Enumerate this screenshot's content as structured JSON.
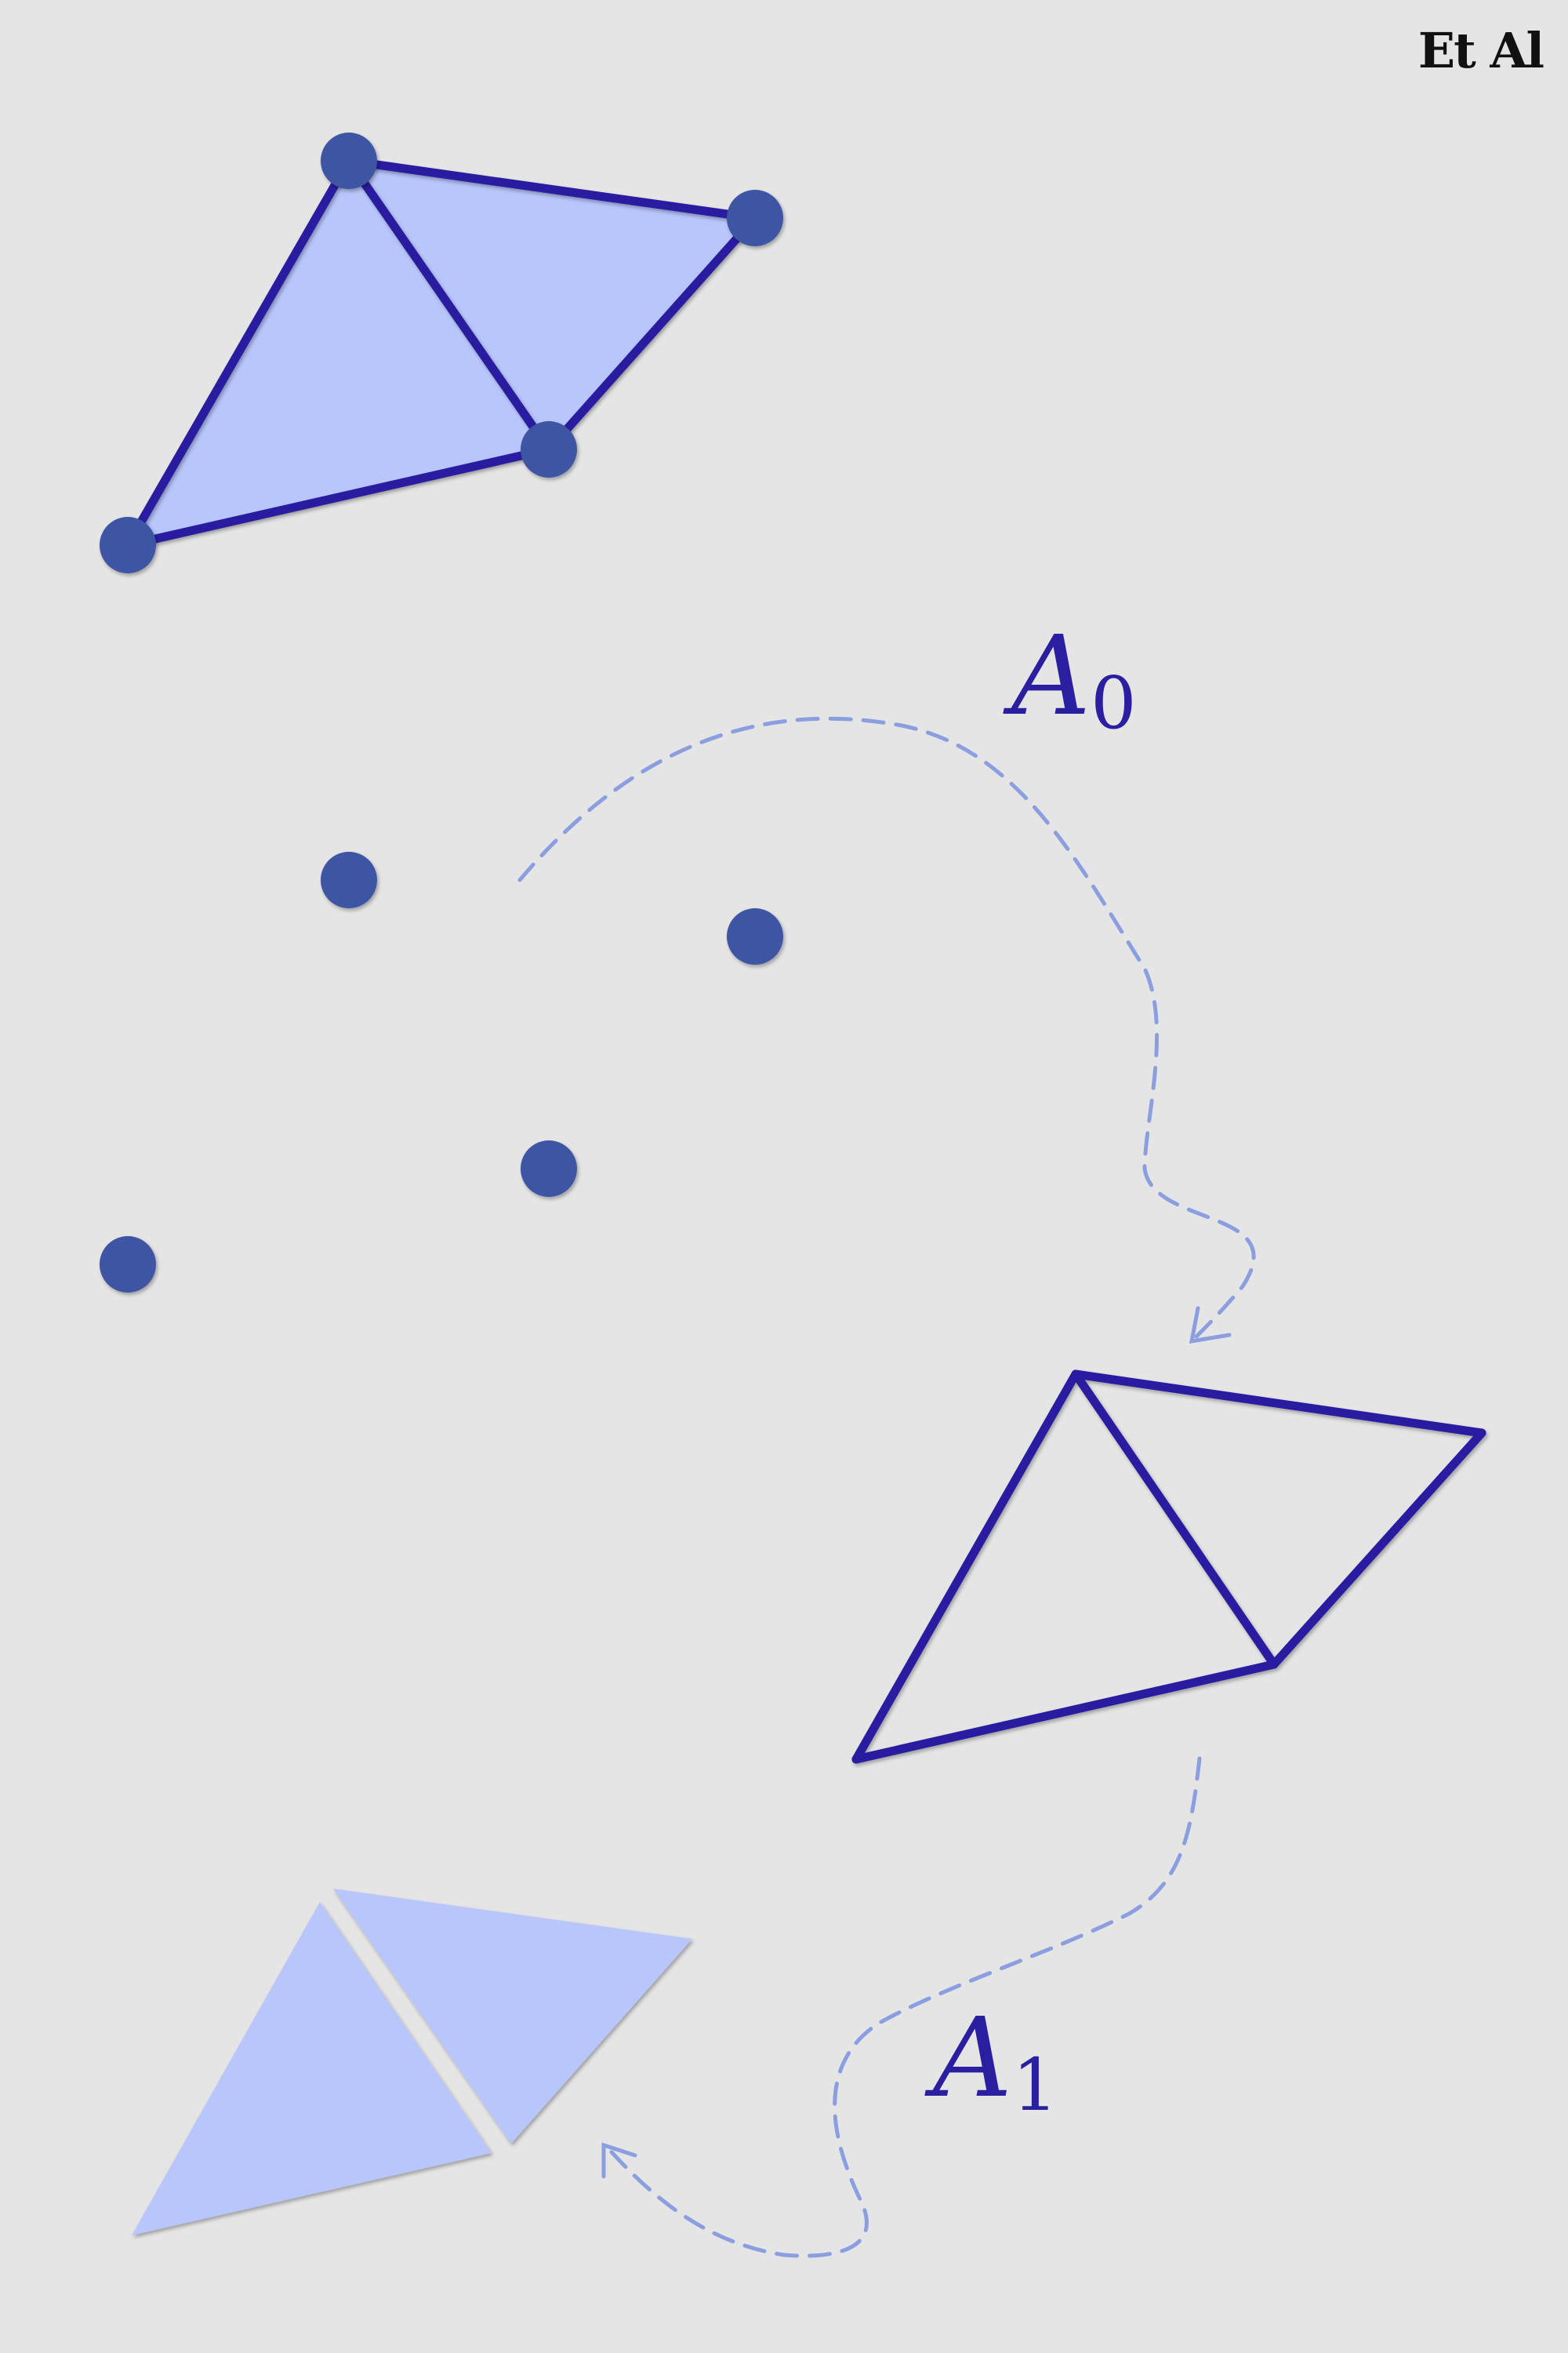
{
  "logo": "Et Al",
  "labels": {
    "a0": {
      "main": "A",
      "sub": "0"
    },
    "a1": {
      "main": "A",
      "sub": "1"
    }
  },
  "colors": {
    "background": "#e5e5e5",
    "edge": "#2a1fa0",
    "fill": "#b8c6fc",
    "point": "#3d55a3",
    "arrow": "#8a9ee0",
    "label": "#2a1fa0"
  },
  "icons": {
    "arrow_a0": "curved-dashed-arrow",
    "arrow_a1": "curved-dashed-arrow"
  }
}
